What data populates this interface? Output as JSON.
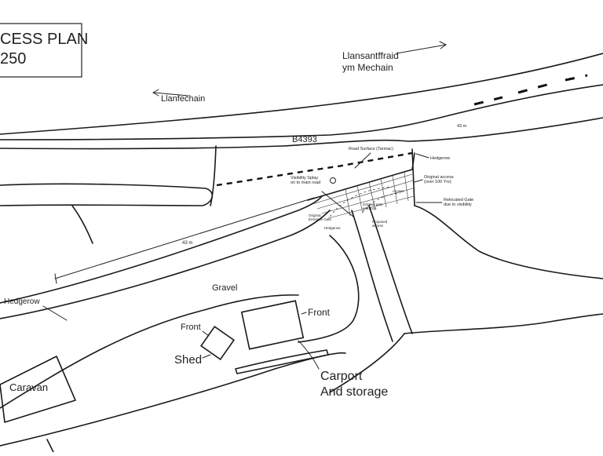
{
  "title_box": {
    "line1": "CESS PLAN",
    "line2": "250"
  },
  "directions": {
    "east": "Llansantffraid",
    "east_2": "ym Mechain",
    "west": "Llanfechain"
  },
  "road": {
    "name": "B4393"
  },
  "annotations": {
    "road_surface": "Road Surface (Tarmac)",
    "hedgerow_right": "Hedgerow",
    "original_access": "Original access",
    "original_access_2": "(over 100 Yrs)",
    "relocated_gate": "Relocated Gate",
    "relocated_gate_2": "due to visibility",
    "visibility_splay": "Visibility Splay",
    "visibility_splay_2": "on to main road",
    "dist_top": "43 m",
    "dist_main": "43 m",
    "original_entrance": "Original",
    "original_entrance_2": "Entrance Gate",
    "original_gate": "Original gate",
    "original_gate_2": "entrance",
    "proposed": "Proposed",
    "proposed_2": "access",
    "hedgerow_small": "Hedgerow",
    "access": "Access",
    "gravel": "Gravel",
    "hedgerow_left": "Hedgerow",
    "front_shed": "Front",
    "front_carport": "Front",
    "shed": "Shed",
    "carport": "Carport",
    "carport_2": "And storage",
    "caravan": "Caravan"
  },
  "colors": {
    "ink": "#1a1a1a",
    "paper": "#ffffff"
  }
}
